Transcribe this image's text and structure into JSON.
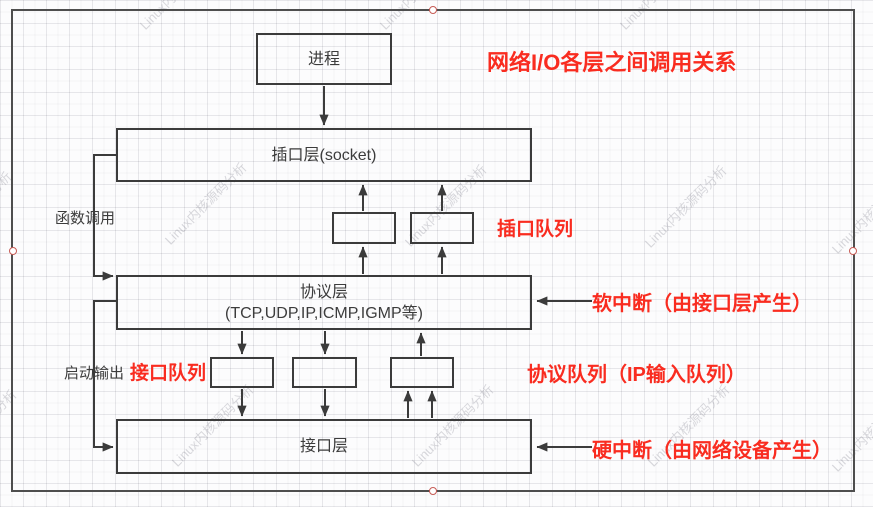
{
  "watermark": {
    "text": "Linux内核源码分析"
  },
  "title": {
    "text": "网络I/O各层之间调用关系"
  },
  "boxes": {
    "process": "进程",
    "socket_layer": "插口层(socket)",
    "protocol_layer_line1": "协议层",
    "protocol_layer_line2": "(TCP,UDP,IP,ICMP,IGMP等)",
    "interface_layer": "接口层"
  },
  "labels": {
    "function_call": "函数调用",
    "start_output": "启动输出",
    "interface_queue": "接口队列",
    "socket_queue": "插口队列",
    "soft_interrupt": "软中断（由接口层产生）",
    "protocol_queue": "协议队列（IP输入队列）",
    "hard_interrupt": "硬中断（由网络设备产生）"
  },
  "colors": {
    "annotation_red": "#f92c20",
    "line_dark": "#3b3b3b",
    "selection_border": "#4e4e4e",
    "handle_ring": "#c75b55"
  }
}
